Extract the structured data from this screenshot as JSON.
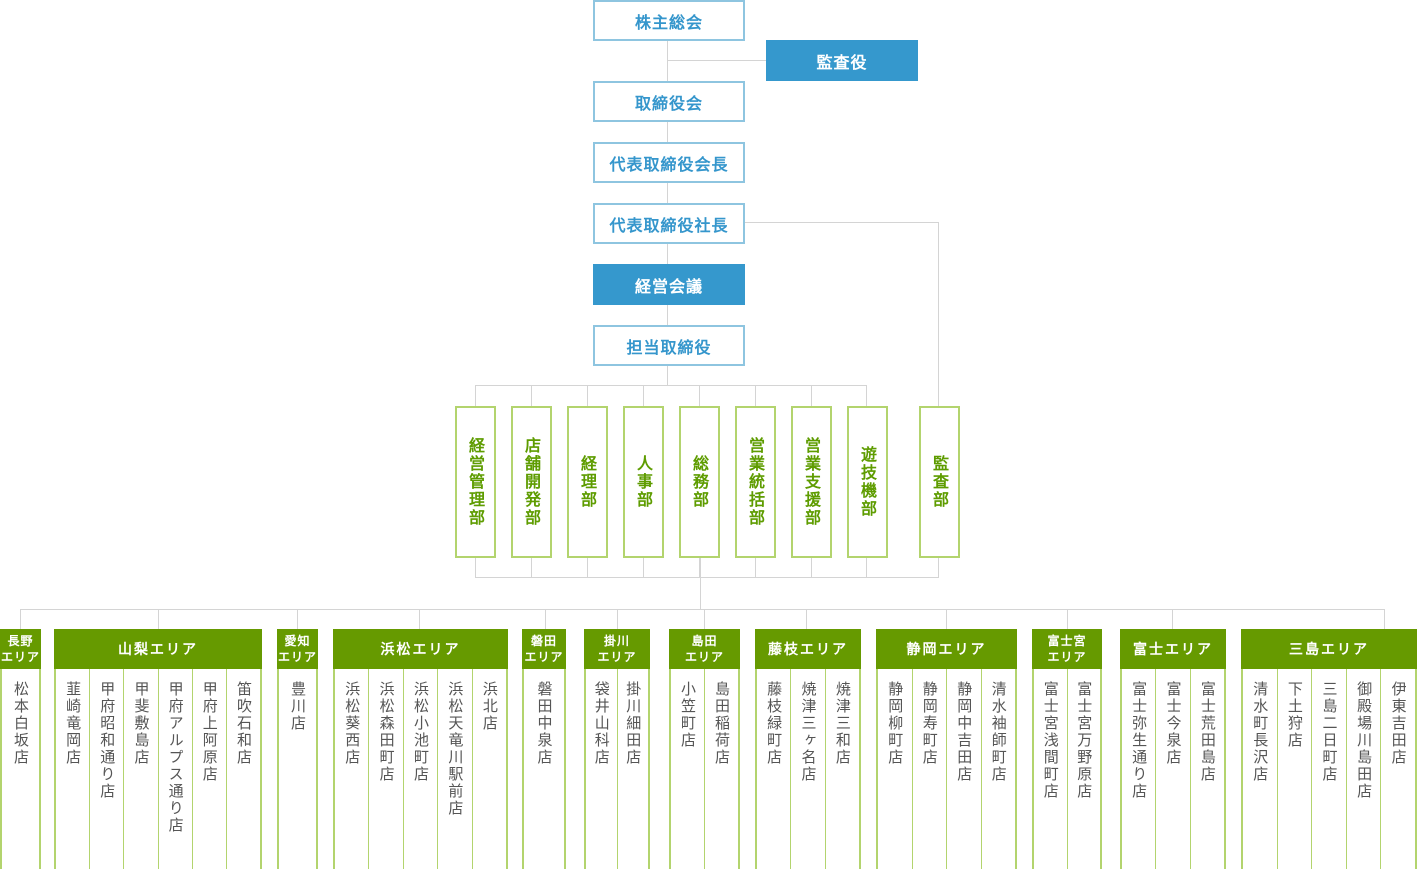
{
  "executive": {
    "shareholders": "株主総会",
    "auditor": "監査役",
    "board": "取締役会",
    "chairman": "代表取締役会長",
    "president": "代表取締役社長",
    "management_meeting": "経営会議",
    "directors": "担当取締役"
  },
  "departments": [
    "経営管理部",
    "店舗開発部",
    "経理部",
    "人事部",
    "総務部",
    "営業統括部",
    "営業支援部",
    "遊技機部"
  ],
  "audit_department": "監査部",
  "areas": [
    {
      "name": "長野エリア",
      "name_lines": [
        "長野",
        "エリア"
      ],
      "stores": [
        "松本白坂店"
      ]
    },
    {
      "name": "山梨エリア",
      "stores": [
        "韮崎竜岡店",
        "甲府昭和通り店",
        "甲斐敷島店",
        "甲府アルプス通り店",
        "甲府上阿原店",
        "笛吹石和店"
      ]
    },
    {
      "name": "愛知エリア",
      "name_lines": [
        "愛知",
        "エリア"
      ],
      "stores": [
        "豊川店"
      ]
    },
    {
      "name": "浜松エリア",
      "stores": [
        "浜松葵西店",
        "浜松森田町店",
        "浜松小池町店",
        "浜松天竜川駅前店",
        "浜北店"
      ]
    },
    {
      "name": "磐田エリア",
      "name_lines": [
        "磐田",
        "エリア"
      ],
      "stores": [
        "磐田中泉店"
      ]
    },
    {
      "name": "掛川エリア",
      "name_lines": [
        "掛川",
        "エリア"
      ],
      "stores": [
        "袋井山科店",
        "掛川細田店"
      ]
    },
    {
      "name": "島田エリア",
      "name_lines": [
        "島田",
        "エリア"
      ],
      "stores": [
        "小笠町店",
        "島田稲荷店"
      ]
    },
    {
      "name": "藤枝エリア",
      "stores": [
        "藤枝緑町店",
        "焼津三ヶ名店",
        "焼津三和店"
      ]
    },
    {
      "name": "静岡エリア",
      "stores": [
        "静岡柳町店",
        "静岡寿町店",
        "静岡中吉田店",
        "清水袖師町店"
      ]
    },
    {
      "name": "富士宮エリア",
      "name_lines": [
        "富士宮",
        "エリア"
      ],
      "stores": [
        "富士宮浅間町店",
        "富士宮万野原店"
      ]
    },
    {
      "name": "富士エリア",
      "stores": [
        "富士弥生通り店",
        "富士今泉店",
        "富士荒田島店"
      ]
    },
    {
      "name": "三島エリア",
      "stores": [
        "清水町長沢店",
        "下土狩店",
        "三島二日町店",
        "御殿場川島田店",
        "伊東吉田店"
      ]
    }
  ],
  "colors": {
    "exec_text": "#3596cc",
    "exec_fill": "#3598cd",
    "exec_border": "#8ec5e0",
    "dept_text": "#5e9c00",
    "dept_border": "#b3d46e",
    "area_header": "#669a00",
    "connector": "#d4d4d4"
  }
}
